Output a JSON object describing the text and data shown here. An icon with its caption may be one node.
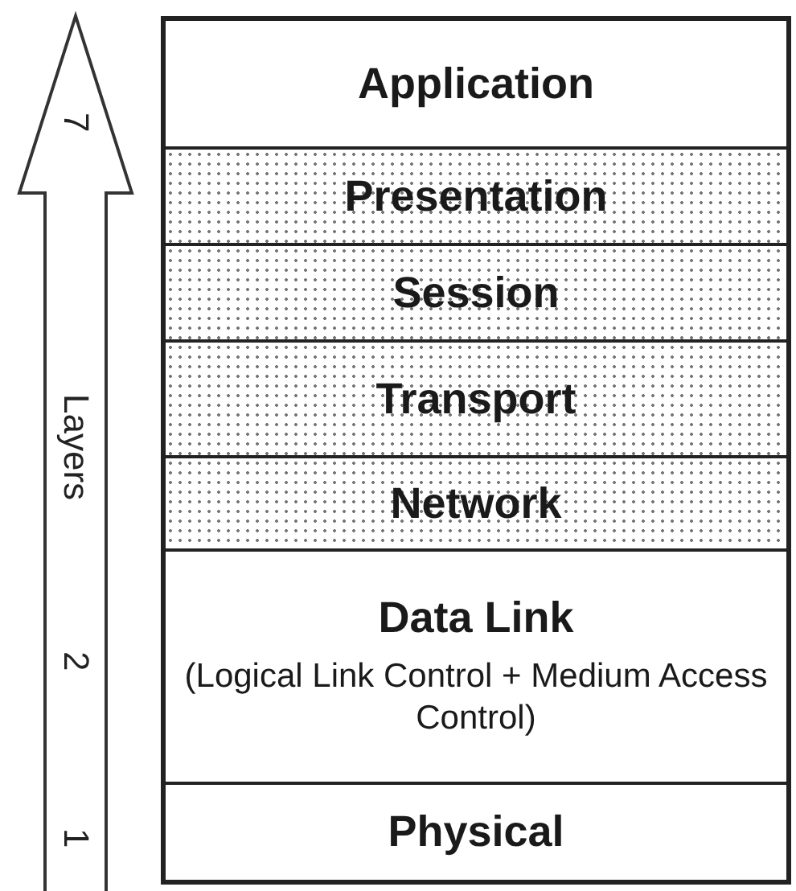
{
  "diagram": {
    "nodes": [
      {
        "text": [
          "Application"
        ]
      },
      {
        "text": [
          "Presentation"
        ]
      },
      {
        "text": [
          "Session"
        ]
      },
      {
        "text": [
          "Transport"
        ]
      },
      {
        "text": [
          "Network"
        ]
      },
      {
        "text": [
          "Data Link",
          "(Logical Link Control + Medium Access Control)"
        ]
      },
      {
        "text": [
          "Physical"
        ]
      }
    ],
    "edges": [],
    "labels": [
      "7",
      "Layers",
      "2",
      "1"
    ]
  }
}
